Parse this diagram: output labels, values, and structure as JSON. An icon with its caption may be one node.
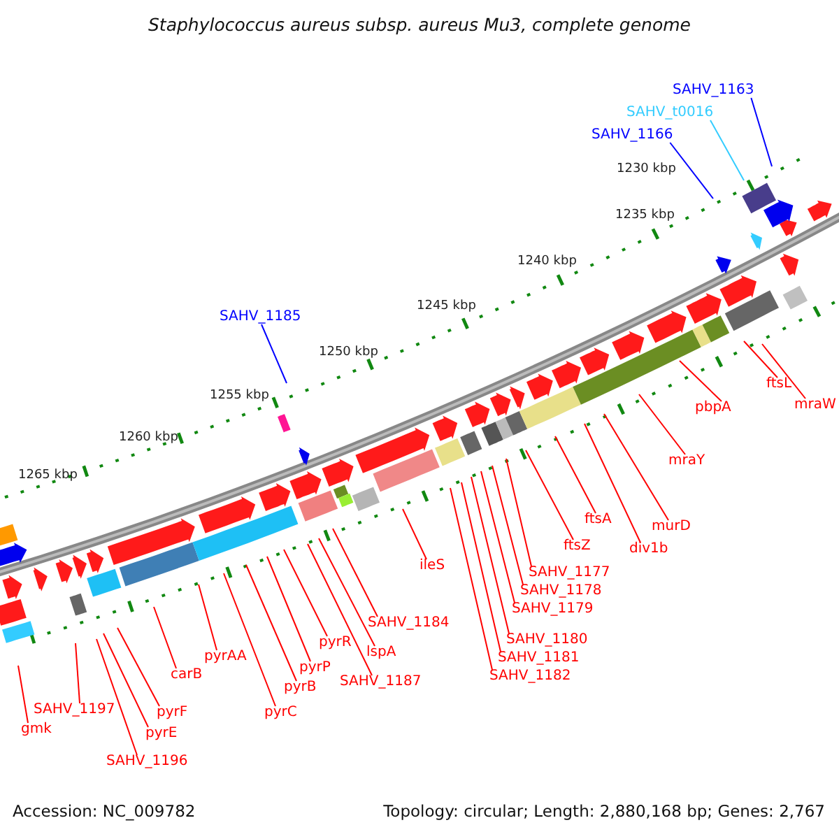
{
  "diagram": {
    "title": "Staphylococcus aureus subsp. aureus Mu3, complete genome",
    "nodes": [
      {
        "text": [
          "SAHV_1163"
        ]
      },
      {
        "text": [
          "SAHV_t0016"
        ]
      },
      {
        "text": [
          "SAHV_1166"
        ]
      },
      {
        "text": [
          "SAHV_1185"
        ]
      },
      {
        "text": [
          "mraW"
        ]
      },
      {
        "text": [
          "ftsL"
        ]
      },
      {
        "text": [
          "pbpA"
        ]
      },
      {
        "text": [
          "mraY"
        ]
      },
      {
        "text": [
          "murD"
        ]
      },
      {
        "text": [
          "div1b"
        ]
      },
      {
        "text": [
          "ftsA"
        ]
      },
      {
        "text": [
          "ftsZ"
        ]
      },
      {
        "text": [
          "SAHV_1177"
        ]
      },
      {
        "text": [
          "SAHV_1178"
        ]
      },
      {
        "text": [
          "SAHV_1179"
        ]
      },
      {
        "text": [
          "SAHV_1180"
        ]
      },
      {
        "text": [
          "SAHV_1181"
        ]
      },
      {
        "text": [
          "SAHV_1182"
        ]
      },
      {
        "text": [
          "ileS"
        ]
      },
      {
        "text": [
          "SAHV_1184"
        ]
      },
      {
        "text": [
          "lspA"
        ]
      },
      {
        "text": [
          "SAHV_1187"
        ]
      },
      {
        "text": [
          "pyrR"
        ]
      },
      {
        "text": [
          "pyrP"
        ]
      },
      {
        "text": [
          "pyrB"
        ]
      },
      {
        "text": [
          "pyrC"
        ]
      },
      {
        "text": [
          "pyrAA"
        ]
      },
      {
        "text": [
          "carB"
        ]
      },
      {
        "text": [
          "pyrF"
        ]
      },
      {
        "text": [
          "pyrE"
        ]
      },
      {
        "text": [
          "SAHV_1196"
        ]
      },
      {
        "text": [
          "SAHV_1197"
        ]
      },
      {
        "text": [
          "gmk"
        ]
      }
    ],
    "edges": [
      {
        "from": 0,
        "to": null,
        "arrow": "none",
        "color": "#0000ff"
      },
      {
        "from": 1,
        "to": null,
        "arrow": "none",
        "color": "#33ccff"
      },
      {
        "from": 2,
        "to": null,
        "arrow": "none",
        "color": "#0000ff"
      },
      {
        "from": 3,
        "to": null,
        "arrow": "none",
        "color": "#0000ff"
      },
      {
        "from": 4,
        "to": null,
        "arrow": "none"
      },
      {
        "from": 5,
        "to": null,
        "arrow": "none"
      },
      {
        "from": 6,
        "to": null,
        "arrow": "none"
      },
      {
        "from": 7,
        "to": null,
        "arrow": "none"
      },
      {
        "from": 8,
        "to": null,
        "arrow": "none"
      },
      {
        "from": 9,
        "to": null,
        "arrow": "none"
      },
      {
        "from": 10,
        "to": null,
        "arrow": "none"
      },
      {
        "from": 11,
        "to": null,
        "arrow": "none"
      },
      {
        "from": 12,
        "to": null,
        "arrow": "none"
      },
      {
        "from": 13,
        "to": null,
        "arrow": "none"
      },
      {
        "from": 14,
        "to": null,
        "arrow": "none"
      },
      {
        "from": 15,
        "to": null,
        "arrow": "none"
      },
      {
        "from": 16,
        "to": null,
        "arrow": "none"
      },
      {
        "from": 17,
        "to": null,
        "arrow": "none"
      },
      {
        "from": 18,
        "to": null,
        "arrow": "none"
      },
      {
        "from": 19,
        "to": null,
        "arrow": "none"
      },
      {
        "from": 20,
        "to": null,
        "arrow": "none"
      },
      {
        "from": 21,
        "to": null,
        "arrow": "none"
      },
      {
        "from": 22,
        "to": null,
        "arrow": "none"
      },
      {
        "from": 23,
        "to": null,
        "arrow": "none"
      },
      {
        "from": 24,
        "to": null,
        "arrow": "none"
      },
      {
        "from": 25,
        "to": null,
        "arrow": "none"
      },
      {
        "from": 26,
        "to": null,
        "arrow": "none"
      },
      {
        "from": 27,
        "to": null,
        "arrow": "none"
      },
      {
        "from": 28,
        "to": null,
        "arrow": "none"
      },
      {
        "from": 29,
        "to": null,
        "arrow": "none"
      },
      {
        "from": 30,
        "to": null,
        "arrow": "none"
      },
      {
        "from": 31,
        "to": null,
        "arrow": "none"
      },
      {
        "from": 32,
        "to": null,
        "arrow": "none"
      }
    ],
    "labels": [
      "1230 kbp",
      "1235 kbp",
      "1240 kbp",
      "1245 kbp",
      "1250 kbp",
      "1255 kbp",
      "1260 kbp",
      "1265 kbp",
      "Accession: NC_009782",
      "Topology: circular; Length: 2,880,168 bp; Genes: 2,767"
    ]
  }
}
